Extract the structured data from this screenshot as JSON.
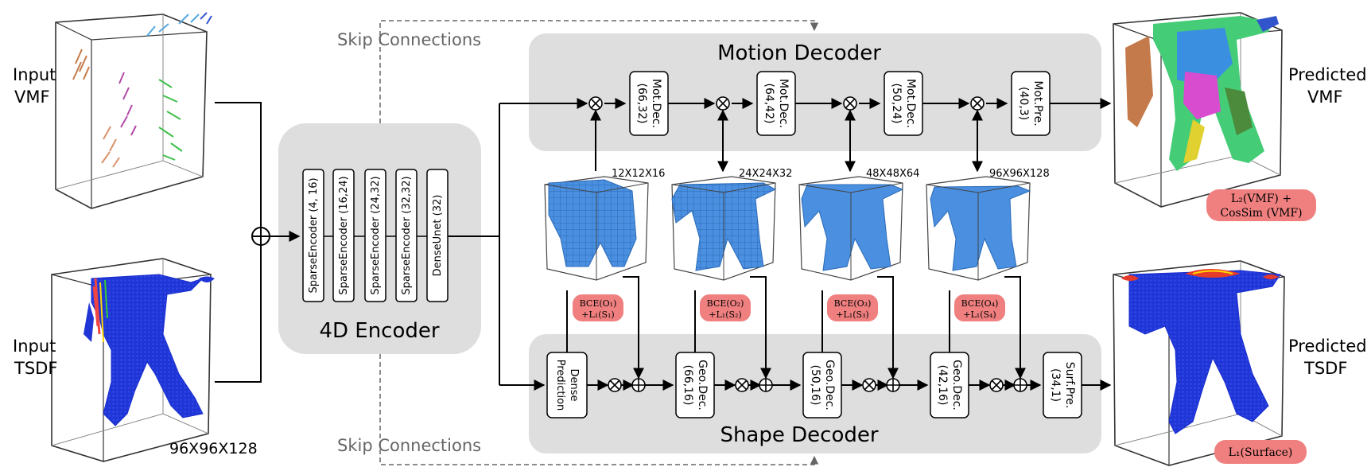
{
  "inputs": {
    "vmf_label_1": "Input",
    "vmf_label_2": "VMF",
    "tsdf_label_1": "Input",
    "tsdf_label_2": "TSDF",
    "resolution": "96X96X128"
  },
  "skip_connections": "Skip Connections",
  "encoder": {
    "title": "4D Encoder",
    "blocks": [
      "SparseEncoder (4, 16)",
      "SparseEncoder (16,24)",
      "SparseEncoder (24,32)",
      "SparseEncoder (32,32)",
      "DenseUnet (32)"
    ]
  },
  "motion_decoder": {
    "title": "Motion Decoder",
    "blocks": [
      {
        "line1": "Mot.Dec.",
        "line2": "(66,32)"
      },
      {
        "line1": "Mot.Dec.",
        "line2": "(64,42)"
      },
      {
        "line1": "Mot.Dec.",
        "line2": "(50,24)"
      },
      {
        "line1": "Mot.Pre.",
        "line2": "(40,3)"
      }
    ]
  },
  "shape_decoder": {
    "title": "Shape Decoder",
    "blocks": [
      {
        "line1": "Dense",
        "line2": "Prediction"
      },
      {
        "line1": "Geo.Dec.",
        "line2": "(66,16)"
      },
      {
        "line1": "Geo.Dec.",
        "line2": "(50,16)"
      },
      {
        "line1": "Geo.Dec.",
        "line2": "(42,16)"
      },
      {
        "line1": "Surf.Pre.",
        "line2": "(34,1)"
      }
    ]
  },
  "occupancy": [
    {
      "res": "12X12X16",
      "loss1": "BCE(O₁)",
      "loss2": "+L₁(S₁)"
    },
    {
      "res": "24X24X32",
      "loss1": "BCE(O₂)",
      "loss2": "+L₁(S₂)"
    },
    {
      "res": "48X48X64",
      "loss1": "BCE(O₃)",
      "loss2": "+L₁(S₃)"
    },
    {
      "res": "96X96X128",
      "loss1": "BCE(O₄)",
      "loss2": "+L₁(S₄)"
    }
  ],
  "outputs": {
    "vmf_label_1": "Predicted",
    "vmf_label_2": "VMF",
    "vmf_loss_1": "L₂(VMF) +",
    "vmf_loss_2": "CosSim (VMF)",
    "tsdf_label_1": "Predicted",
    "tsdf_label_2": "TSDF",
    "tsdf_loss": "L₁(Surface)"
  },
  "colors": {
    "panel": "#dedede",
    "block_fill": "#ffffff",
    "loss_pill": "#f08080",
    "voxel_blue": "#4a8fe0",
    "tsdf_blue": "#1a2ecc",
    "line": "#000000",
    "skip_line": "#666666"
  }
}
